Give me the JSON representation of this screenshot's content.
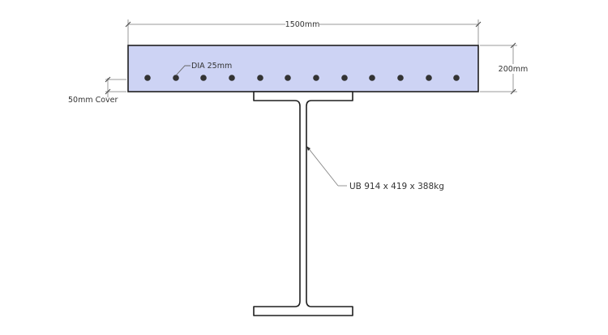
{
  "diagram": {
    "type": "structural-cross-section",
    "description": "Composite slab on steel I-beam cross section",
    "colors": {
      "slab_fill": "#cdd3f4",
      "outline": "#1f1f1f",
      "rebar": "#333333",
      "dimension_line": "#9a9a9a",
      "text": "#333333"
    },
    "slab": {
      "width_label": "1500mm",
      "depth_label": "200mm",
      "cover_label": "50mm Cover"
    },
    "rebar": {
      "label": "DIA 25mm",
      "count": 12
    },
    "beam": {
      "label": "UB 914 x 419 x 388kg"
    }
  }
}
